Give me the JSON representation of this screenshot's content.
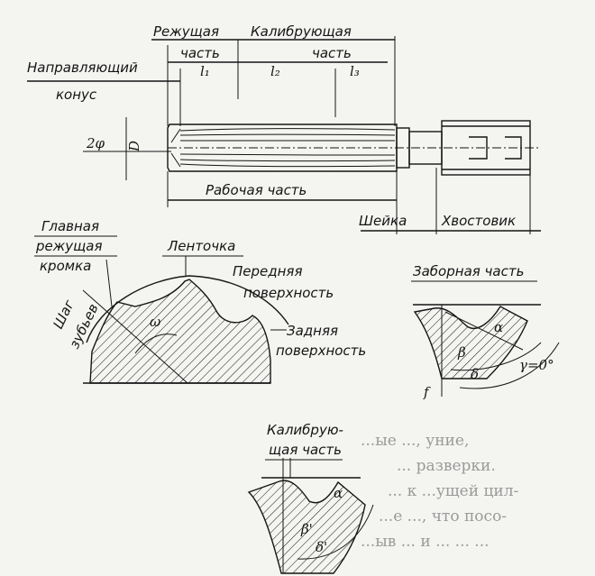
{
  "reamer": {
    "cutting_label": "Режущая",
    "calibrating_label": "Калибрующая",
    "part_cutting": "часть",
    "part_calibrating": "часть",
    "guide_cone_line1": "Направляющий",
    "guide_cone_line2": "конус",
    "l1": "l₁",
    "l2": "l₂",
    "l3": "l₃",
    "angle_2phi": "2φ",
    "diameter": "D",
    "working_part": "Рабочая часть",
    "neck": "Шейка",
    "shank": "Хвостовик"
  },
  "section": {
    "main_edge_line1": "Главная",
    "main_edge_line2": "режущая",
    "main_edge_line3": "кромка",
    "land": "Ленточка",
    "front_surface_line1": "Передняя",
    "front_surface_line2": "поверхность",
    "back_surface_line1": "Задняя",
    "back_surface_line2": "поверхность",
    "pitch_line1": "Шаг",
    "pitch_line2": "зубьев",
    "omega": "ω"
  },
  "intake": {
    "title": "Заборная часть",
    "alpha": "α",
    "beta": "β",
    "delta": "δ",
    "gamma": "γ=0°",
    "f": "f"
  },
  "calib": {
    "title_line1": "Калибрую-",
    "title_line2": "щая часть",
    "alpha": "α",
    "beta": "β'",
    "delta": "δ'"
  },
  "body_text": [
    "...ые ..., уние,",
    "... разверки.",
    "... к ...ущей цил-",
    "...е ..., что посо-",
    "...ыв ... и ... ... ..."
  ]
}
